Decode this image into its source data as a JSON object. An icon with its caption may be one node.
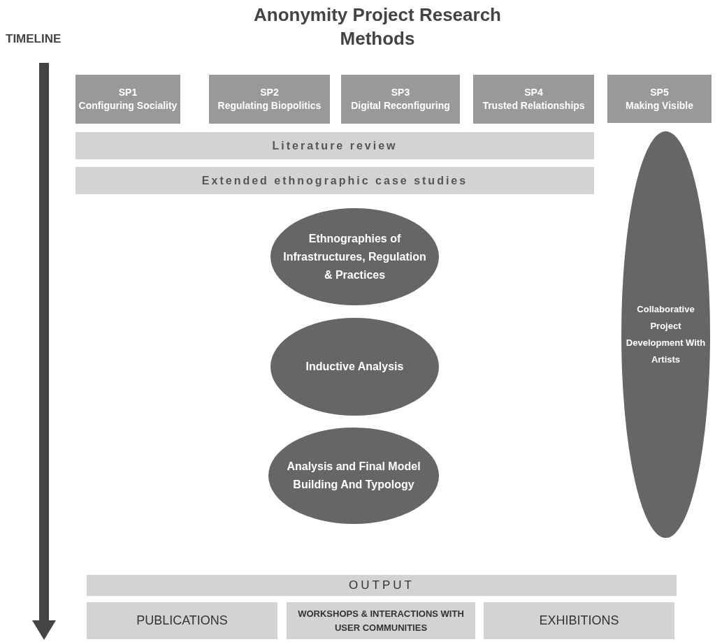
{
  "diagram": {
    "title": "Anonymity Project Research Methods",
    "nodes": [
      {
        "text": [
          "SP1",
          "Configuring Sociality"
        ]
      },
      {
        "text": [
          "SP2",
          "Regulating Biopolitics"
        ]
      },
      {
        "text": [
          "SP3",
          "Digital Reconfiguring"
        ]
      },
      {
        "text": [
          "SP4",
          "Trusted Relationships"
        ]
      },
      {
        "text": [
          "SP5",
          "Making Visible"
        ]
      },
      {
        "text": [
          "Literature review"
        ]
      },
      {
        "text": [
          "Extended ethnographic case studies"
        ]
      },
      {
        "text": [
          "Ethnographies of Infrastructures, Regulation & Practices"
        ]
      },
      {
        "text": [
          "Collaborative Project Development With Artists"
        ]
      },
      {
        "text": [
          "Inductive Analysis"
        ]
      },
      {
        "text": [
          "Analysis and Final Model Building And Typology"
        ]
      },
      {
        "text": [
          "OUTPUT"
        ]
      },
      {
        "text": [
          "PUBLICATIONS"
        ]
      },
      {
        "text": [
          "WORKSHOPS & INTERACTIONS WITH USER COMMUNITIES"
        ]
      },
      {
        "text": [
          "EXHIBITIONS"
        ]
      }
    ],
    "labels": [
      "TIMELINE"
    ]
  }
}
